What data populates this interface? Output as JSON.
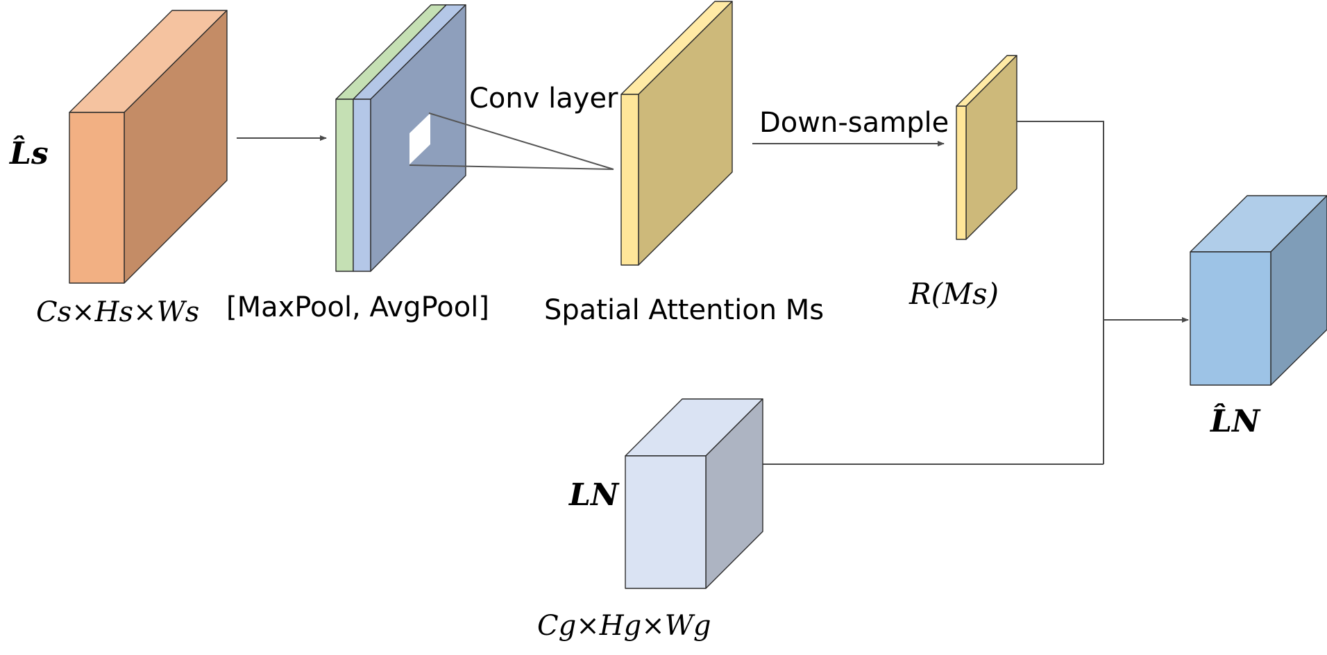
{
  "labels": {
    "input_symbol": "L̂s",
    "input_dims": "Cs×Hs×Ws",
    "pool": "[MaxPool, AvgPool]",
    "conv": "Conv layer",
    "spatial": "Spatial Attention Ms",
    "downsample": "Down-sample",
    "resized": "R(Ms)",
    "global_symbol": "LN",
    "global_dims": "Cg×Hg×Wg",
    "output_symbol": "L̂N"
  },
  "colors": {
    "input_front": "#f2b083",
    "input_top": "#f5c3a0",
    "input_side": "#c48c66",
    "pool_green": "#c5e0b4",
    "pool_blue": "#b4c7e7",
    "pool_main": "#8e9fbc",
    "attn_front": "#ffe699",
    "attn_top": "#ffeaa5",
    "attn_side": "#cdb97a",
    "global_front": "#dae3f3",
    "global_side": "#adb4c2",
    "output_front": "#9dc3e6",
    "output_top": "#b0cde9",
    "output_side": "#7f9db8",
    "line": "#4a4a4a"
  }
}
